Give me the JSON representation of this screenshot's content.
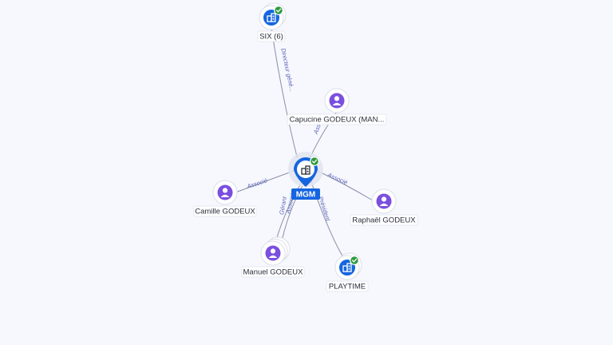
{
  "colors": {
    "background": "#f6f8fd",
    "company_blue": "#1565e0",
    "person_purple": "#7a4fe0",
    "check_green": "#2e9a3c",
    "edge_gray": "#8a8fa8",
    "edge_label": "#5b63b7"
  },
  "center": {
    "id": "mgm",
    "label": "MGM",
    "icon": "building-icon",
    "verified": true
  },
  "nodes": [
    {
      "id": "six",
      "label": "SIX (6)",
      "kind": "company",
      "icon": "building-icon",
      "verified": true
    },
    {
      "id": "capucine",
      "label": "Capucine GODEUX (MAN...",
      "kind": "person",
      "icon": "person-icon"
    },
    {
      "id": "camille",
      "label": "Camille GODEUX",
      "kind": "person",
      "icon": "person-icon"
    },
    {
      "id": "raphael",
      "label": "Raphaël GODEUX",
      "kind": "person",
      "icon": "person-icon"
    },
    {
      "id": "manuel",
      "label": "Manuel GODEUX",
      "kind": "person",
      "icon": "person-icon",
      "stacked": true
    },
    {
      "id": "playtime",
      "label": "PLAYTIME",
      "kind": "company",
      "icon": "building-icon",
      "verified": true
    }
  ],
  "edges": [
    {
      "from": "six",
      "label": "Directeur géné..."
    },
    {
      "from": "capucine",
      "label": "Associé"
    },
    {
      "from": "camille",
      "label": "Associé"
    },
    {
      "from": "raphael",
      "label": "Associé"
    },
    {
      "from": "manuel",
      "label": "Gérant"
    },
    {
      "from": "manuel",
      "label": "Associé"
    },
    {
      "from": "playtime",
      "label": "Président"
    }
  ]
}
